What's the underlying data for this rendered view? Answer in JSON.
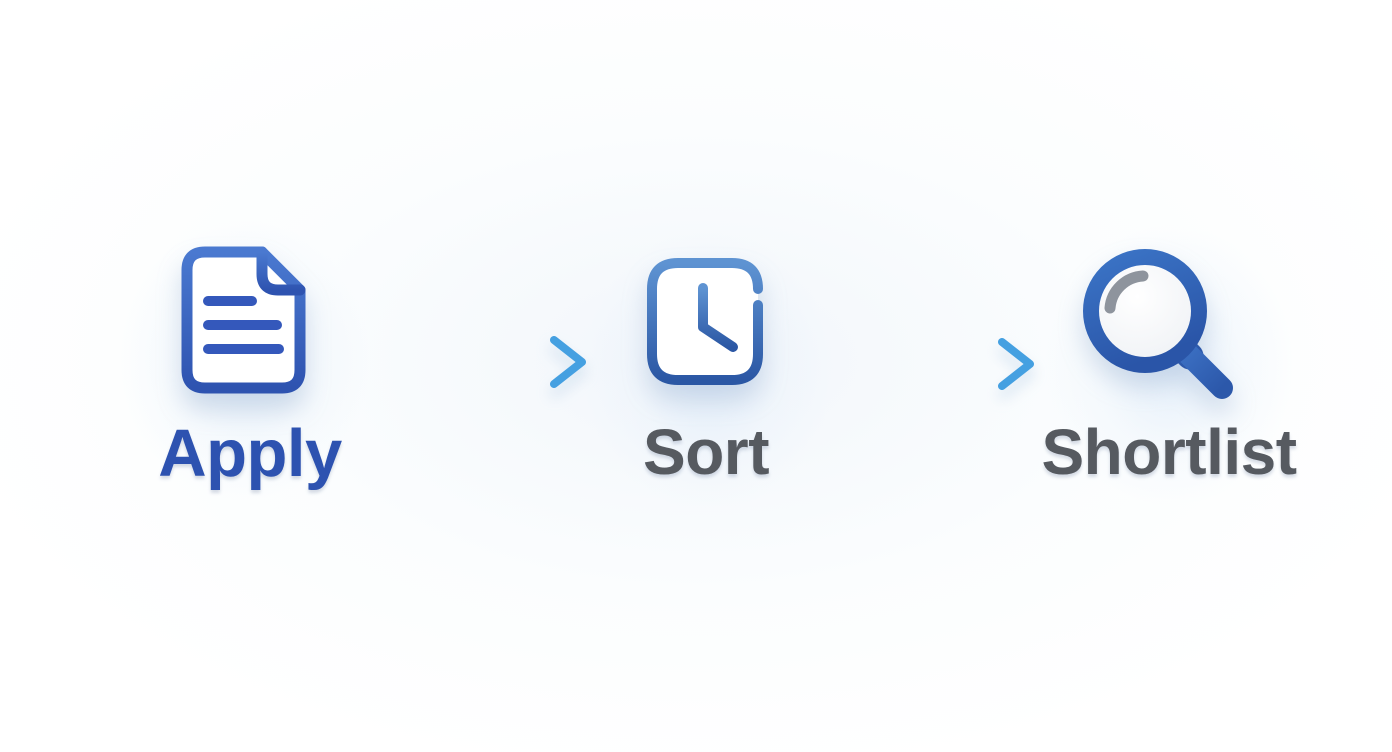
{
  "diagram": {
    "type": "process-flow",
    "steps": [
      {
        "label": "Apply",
        "icon": "document-icon",
        "label_color": "#2d52b0"
      },
      {
        "label": "Sort",
        "icon": "clock-square-icon",
        "label_color": "#565a60"
      },
      {
        "label": "Shortlist",
        "icon": "magnifier-icon",
        "label_color": "#565a60"
      }
    ],
    "connectors": [
      {
        "type": "arrow-right",
        "from": "Apply",
        "to": "Sort"
      },
      {
        "type": "arrow-right",
        "from": "Sort",
        "to": "Shortlist"
      }
    ],
    "colors": {
      "background": "#ffffff",
      "icon_blue_dark": "#2e53b0",
      "icon_blue": "#3a67b8",
      "icon_blue_light": "#5b8fd0",
      "arrow_gradient_start": "#a9d4f2",
      "arrow_gradient_end": "#47a1e1",
      "label_blue": "#2d52b0",
      "label_gray": "#565a60",
      "lens_highlight_gray": "#8e949d"
    }
  }
}
